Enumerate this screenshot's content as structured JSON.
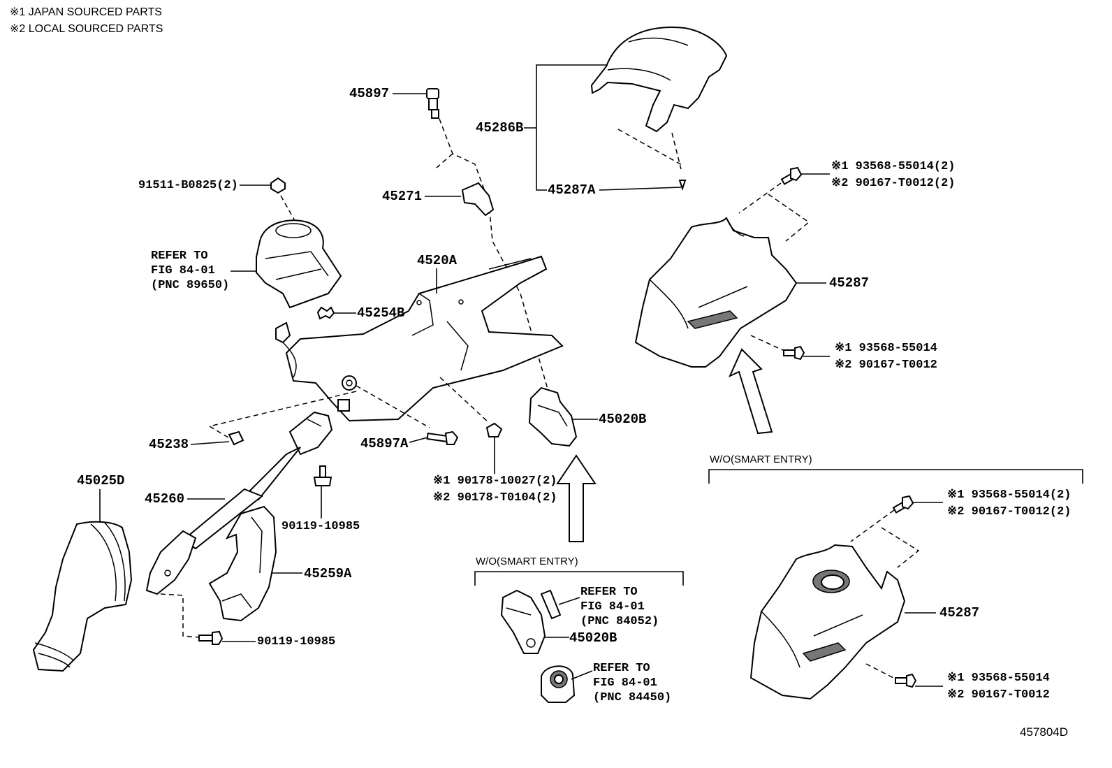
{
  "notes": {
    "note1": "※1 JAPAN SOURCED PARTS",
    "note2": "※2 LOCAL SOURCED PARTS"
  },
  "labels": {
    "p45897": "45897",
    "p45286B": "45286B",
    "p45287A": "45287A",
    "p91511": "91511-B0825(2)",
    "p45271": "45271",
    "refer89650": "REFER TO\nFIG 84-01\n(PNC 89650)",
    "p4520A": "4520A",
    "p45254B": "45254B",
    "p45020B_top": "45020B",
    "p45238": "45238",
    "p45897A": "45897A",
    "p45025D": "45025D",
    "p45260": "45260",
    "p90119_a": "90119-10985",
    "p45259A": "45259A",
    "p90119_b": "90119-10985",
    "p90178_1": "※1 90178-10027(2)",
    "p90178_2": "※2 90178-T0104(2)",
    "p93568_a1": "※1 93568-55014(2)",
    "p90167_a2": "※2 90167-T0012(2)",
    "p45287_top": "45287",
    "p93568_b1": "※1 93568-55014",
    "p90167_b2": "※2 90167-T0012",
    "wo_smart_right": "W/O(SMART ENTRY)",
    "p93568_c1": "※1 93568-55014(2)",
    "p90167_c2": "※2 90167-T0012(2)",
    "p45287_bottom": "45287",
    "p93568_d1": "※1 93568-55014",
    "p90167_d2": "※2 90167-T0012",
    "wo_smart_center": "W/O(SMART ENTRY)",
    "refer84052": "REFER TO\nFIG 84-01\n(PNC 84052)",
    "p45020B_bottom": "45020B",
    "refer84450": "REFER TO\nFIG 84-01\n(PNC 84450)",
    "figure_id": "457804D"
  }
}
